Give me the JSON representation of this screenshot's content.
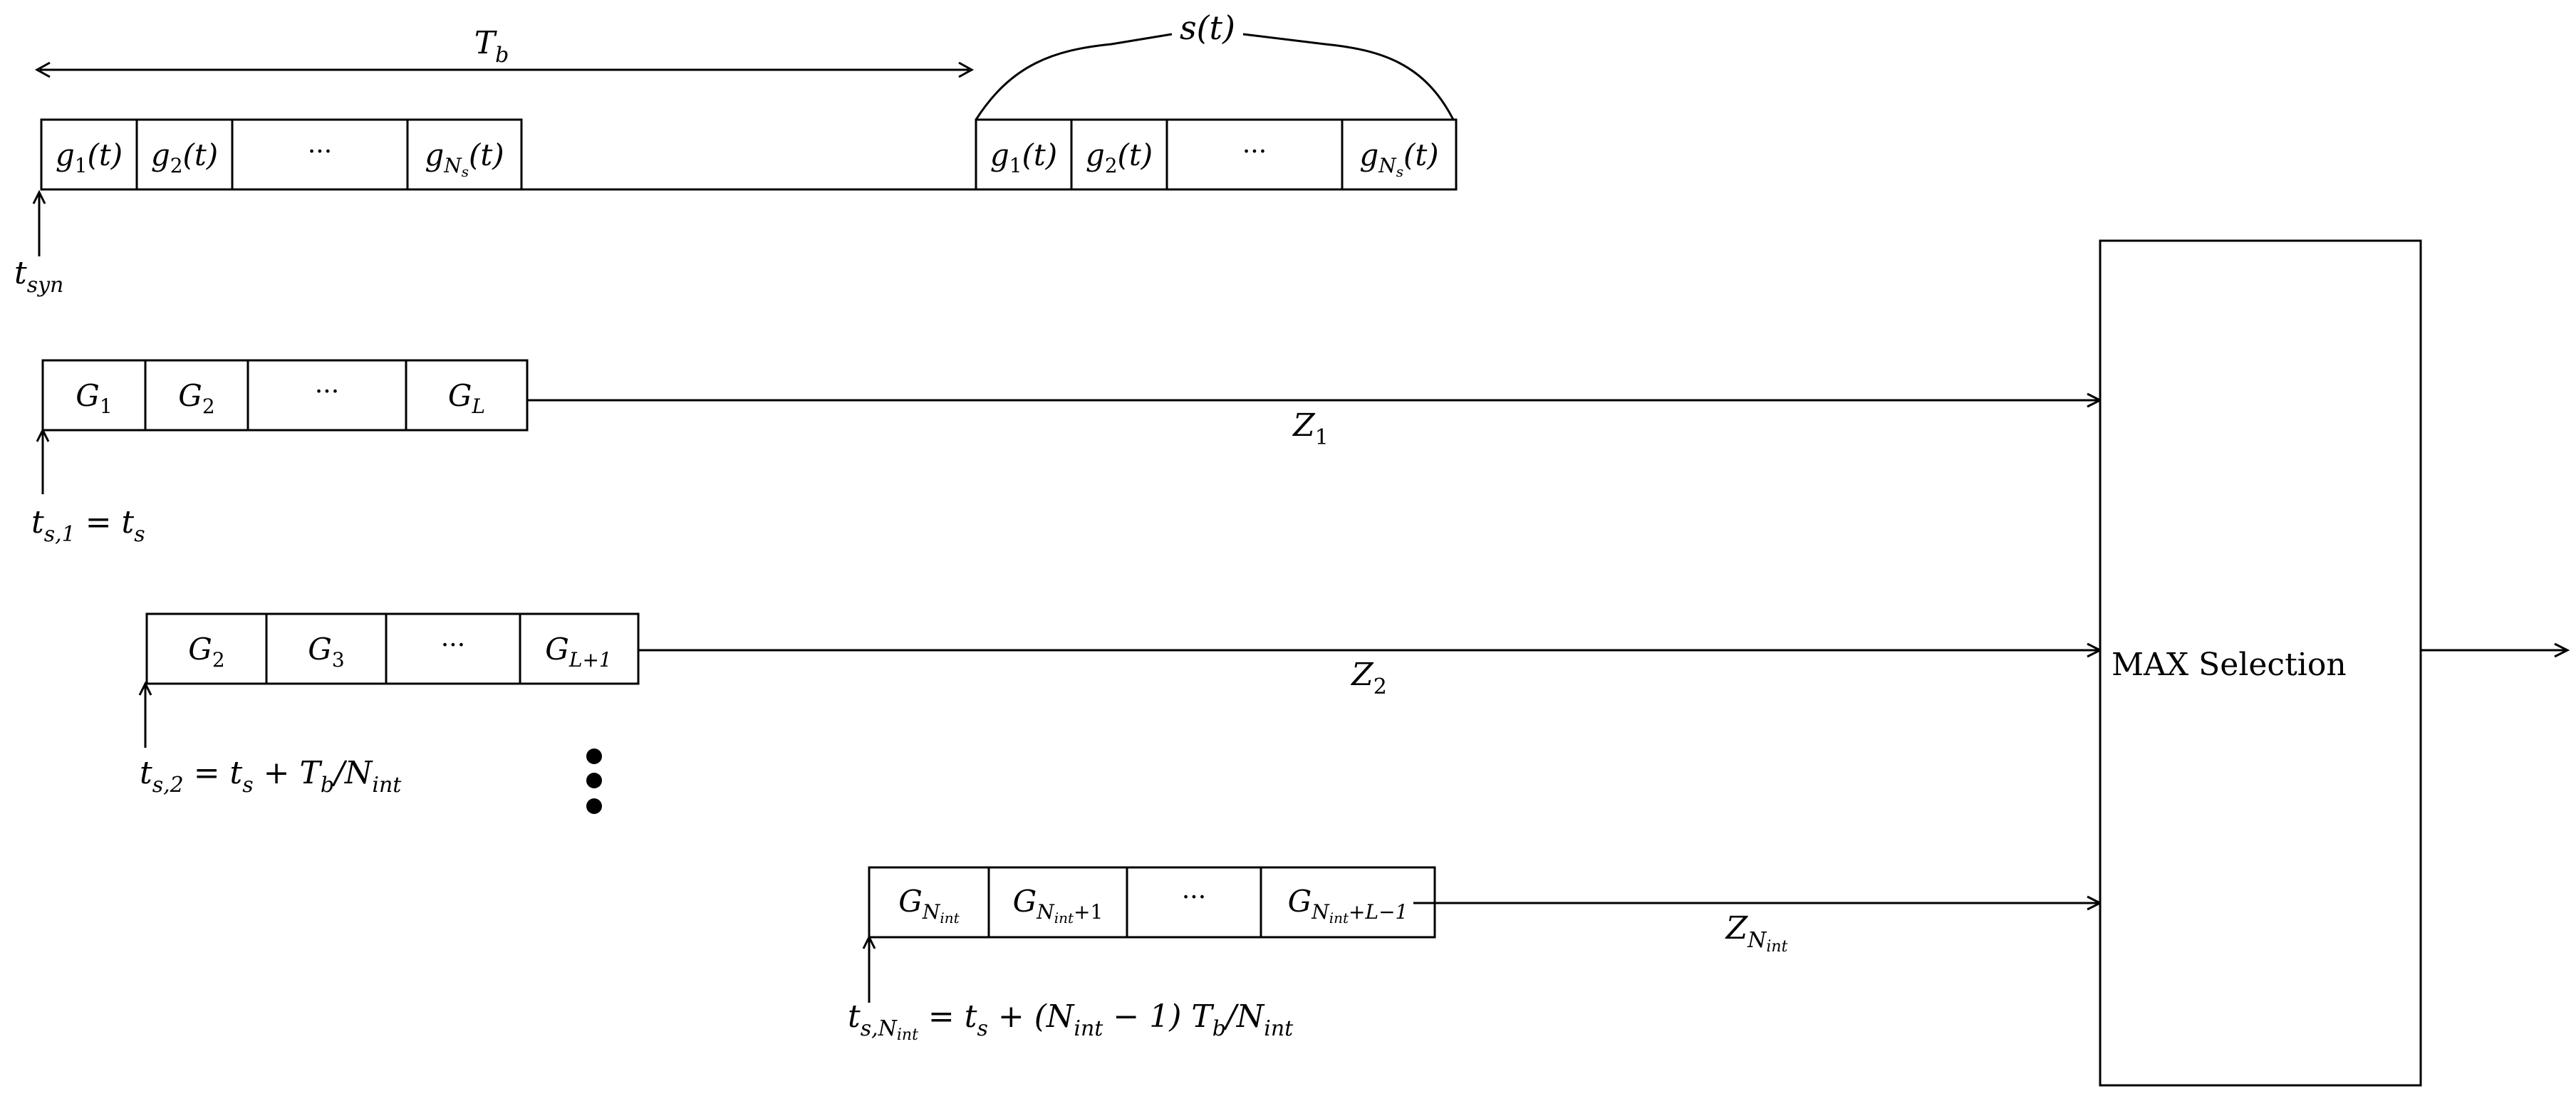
{
  "top": {
    "span_label": "T",
    "span_label_sub": "b",
    "brace_label": "s(t)",
    "cells": [
      {
        "main": "g",
        "sub": "1",
        "tail": "(t)"
      },
      {
        "main": "g",
        "sub": "2",
        "tail": "(t)"
      },
      {
        "main": "···",
        "sub": "",
        "tail": ""
      },
      {
        "main": "g",
        "sub": "N",
        "subsub": "s",
        "tail": "(t)"
      }
    ],
    "marker_label": "t",
    "marker_label_sub": "syn"
  },
  "rows": [
    {
      "cells": [
        {
          "main": "G",
          "sub": "1"
        },
        {
          "main": "G",
          "sub": "2"
        },
        {
          "main": "···",
          "sub": ""
        },
        {
          "main": "G",
          "sub": "L"
        }
      ],
      "output": {
        "main": "Z",
        "sub": "1"
      },
      "start": {
        "main": "t",
        "sub": "s,1",
        "rest": " = t",
        "rest_sub": "s",
        "rest2": ""
      }
    },
    {
      "cells": [
        {
          "main": "G",
          "sub": "2"
        },
        {
          "main": "G",
          "sub": "3"
        },
        {
          "main": "···",
          "sub": ""
        },
        {
          "main": "G",
          "sub": "L+1"
        }
      ],
      "output": {
        "main": "Z",
        "sub": "2"
      },
      "start": {
        "main": "t",
        "sub": "s,2",
        "rest": " = t",
        "rest_sub": "s",
        "rest2": " + T",
        "rest2_sub": "b",
        "rest3": "/N",
        "rest3_sub": "int"
      }
    },
    {
      "cells": [
        {
          "main": "G",
          "sub": "N",
          "subsub": "int"
        },
        {
          "main": "G",
          "sub": "N",
          "subsub": "int",
          "subtail": "+1"
        },
        {
          "main": "···",
          "sub": ""
        },
        {
          "main": "G",
          "sub": "N",
          "subsub": "int",
          "subtail": "+L−1"
        }
      ],
      "output": {
        "main": "Z",
        "sub": "N",
        "subsub": "int"
      },
      "start": {
        "main": "t",
        "sub": "s,N",
        "subsub": "int",
        "rest": " = t",
        "rest_sub": "s",
        "rest2": " + (N",
        "rest2_sub": "int",
        "rest3": " − 1) T",
        "rest3_sub": "b",
        "rest4": "/N",
        "rest4_sub": "int"
      }
    }
  ],
  "selector": {
    "label": "MAX Selection"
  }
}
